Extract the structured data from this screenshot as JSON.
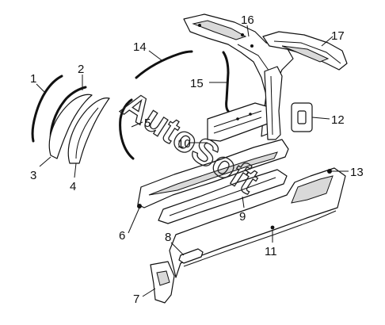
{
  "diagram": {
    "watermark": "AutoSoft",
    "callouts": [
      {
        "id": "1",
        "label": "1"
      },
      {
        "id": "2",
        "label": "2"
      },
      {
        "id": "3",
        "label": "3"
      },
      {
        "id": "4",
        "label": "4"
      },
      {
        "id": "5",
        "label": "5"
      },
      {
        "id": "6",
        "label": "6"
      },
      {
        "id": "7",
        "label": "7"
      },
      {
        "id": "8",
        "label": "8"
      },
      {
        "id": "9",
        "label": "9"
      },
      {
        "id": "10",
        "label": "10"
      },
      {
        "id": "11",
        "label": "11"
      },
      {
        "id": "12",
        "label": "12"
      },
      {
        "id": "13",
        "label": "13"
      },
      {
        "id": "14",
        "label": "14"
      },
      {
        "id": "15",
        "label": "15"
      },
      {
        "id": "16",
        "label": "16"
      },
      {
        "id": "17",
        "label": "17"
      }
    ]
  }
}
